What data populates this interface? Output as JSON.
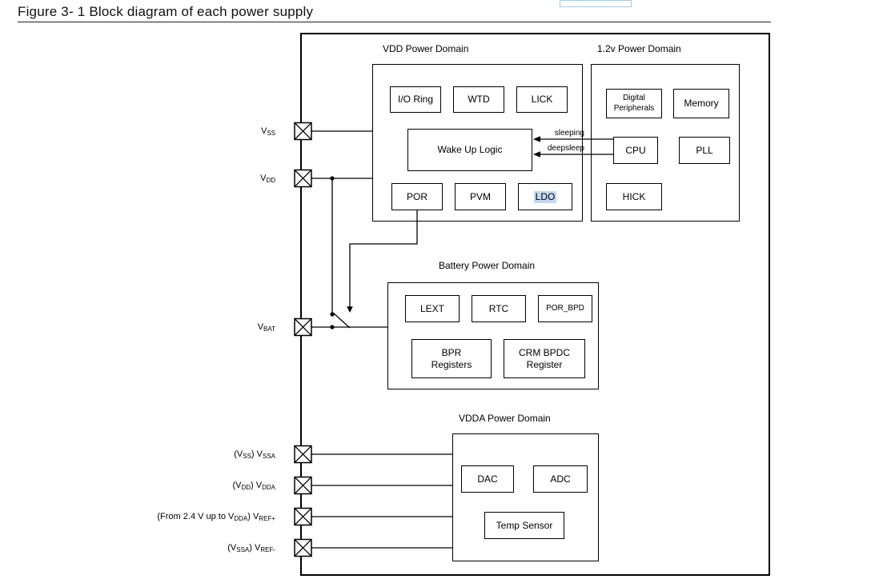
{
  "title": "Figure 3- 1 Block diagram of each power supply",
  "domains": {
    "vdd": {
      "label": "VDD Power Domain",
      "blocks": {
        "io_ring": "I/O Ring",
        "wtd": "WTD",
        "lick": "LICK",
        "wake_up_logic": "Wake Up Logic",
        "por": "POR",
        "pvm": "PVM",
        "ldo": "LDO"
      }
    },
    "v12": {
      "label": "1.2v Power Domain",
      "blocks": {
        "digital_peripherals": "Digital Peripherals",
        "memory": "Memory",
        "cpu": "CPU",
        "pll": "PLL",
        "hick": "HICK"
      }
    },
    "battery": {
      "label": "Battery Power Domain",
      "blocks": {
        "lext": "LEXT",
        "rtc": "RTC",
        "por_bpd": "POR_BPD",
        "bpr_registers": "BPR Registers",
        "crm_bpdc_register": "CRM BPDC Register"
      }
    },
    "vdda": {
      "label": "VDDA Power Domain",
      "blocks": {
        "dac": "DAC",
        "adc": "ADC",
        "temp_sensor": "Temp Sensor"
      }
    }
  },
  "signals": {
    "sleeping": "sleeping",
    "deepsleep": "deepsleep"
  },
  "pins": [
    {
      "id": "vss",
      "segments": [
        {
          "t": "V"
        },
        {
          "t": "SS",
          "sub": true
        }
      ]
    },
    {
      "id": "vdd",
      "segments": [
        {
          "t": "V"
        },
        {
          "t": "DD",
          "sub": true
        }
      ]
    },
    {
      "id": "vbat",
      "segments": [
        {
          "t": "V"
        },
        {
          "t": "BAT",
          "sub": true
        }
      ]
    },
    {
      "id": "vssa",
      "segments": [
        {
          "t": "(V"
        },
        {
          "t": "SS",
          "sub": true
        },
        {
          "t": ") V"
        },
        {
          "t": "SSA",
          "sub": true
        }
      ]
    },
    {
      "id": "vdda",
      "segments": [
        {
          "t": "(V"
        },
        {
          "t": "DD",
          "sub": true
        },
        {
          "t": ") V"
        },
        {
          "t": "DDA",
          "sub": true
        }
      ]
    },
    {
      "id": "vref_plus",
      "segments": [
        {
          "t": "(From 2.4 V up to V"
        },
        {
          "t": "DDA",
          "sub": true
        },
        {
          "t": ") V"
        },
        {
          "t": "REF+",
          "sub": true
        }
      ]
    },
    {
      "id": "vref_minus",
      "segments": [
        {
          "t": "(V"
        },
        {
          "t": "SSA",
          "sub": true
        },
        {
          "t": ") V"
        },
        {
          "t": "REF-",
          "sub": true
        }
      ]
    }
  ],
  "colors": {
    "line": "#000000",
    "ldo_highlight": "#c3d9f2",
    "artifact_blue": "#a9c6e8"
  }
}
